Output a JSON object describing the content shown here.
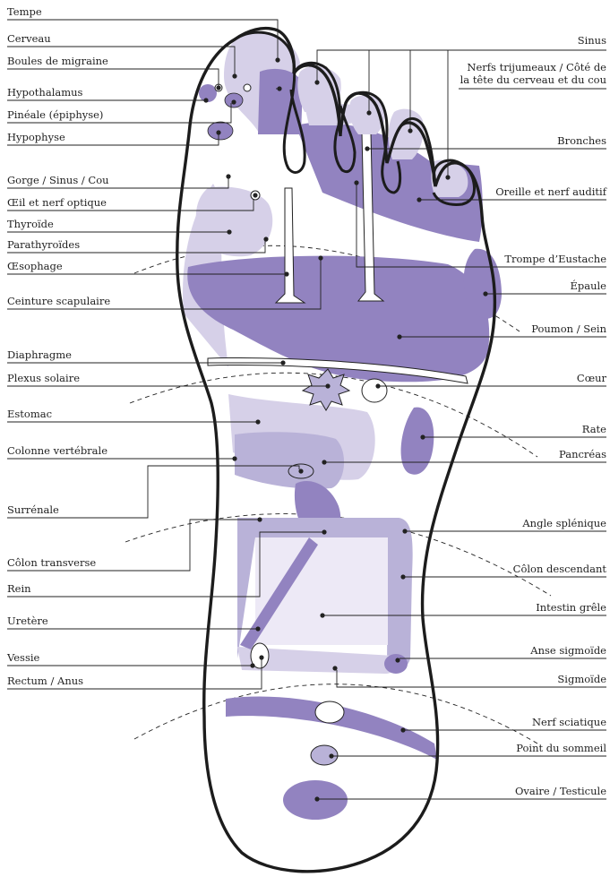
{
  "colors": {
    "light": "#d6d0e8",
    "mid": "#b9b2d8",
    "dark": "#9283c0",
    "outline": "#1c1c1c",
    "line": "#222222"
  },
  "labels": {
    "left": [
      "Tempe",
      "Cerveau",
      "Boules de migraine",
      "Hypothalamus",
      "Pinéale (épiphyse)",
      "Hypophyse",
      "Gorge / Sinus / Cou",
      "Œil et nerf optique",
      "Thyroïde",
      "Parathyroïdes",
      "Œsophage",
      "Ceinture scapulaire",
      "Diaphragme",
      "Plexus solaire",
      "Estomac",
      "Colonne vertébrale",
      "Surrénale",
      "Côlon transverse",
      "Rein",
      "Uretère",
      "Vessie",
      "Rectum / Anus"
    ],
    "right": [
      "Sinus",
      "Nerfs trijumeaux / Côté de",
      "la tête du cerveau et du cou",
      "Bronches",
      "Oreille et nerf auditif",
      "Trompe d’Eustache",
      "Épaule",
      "Poumon / Sein",
      "Cœur",
      "Rate",
      "Pancréas",
      "Angle splénique",
      "Côlon descendant",
      "Intestin grêle",
      "Anse sigmoïde",
      "Sigmoïde",
      "Nerf sciatique",
      "Point du sommeil",
      "Ovaire / Testicule"
    ]
  }
}
